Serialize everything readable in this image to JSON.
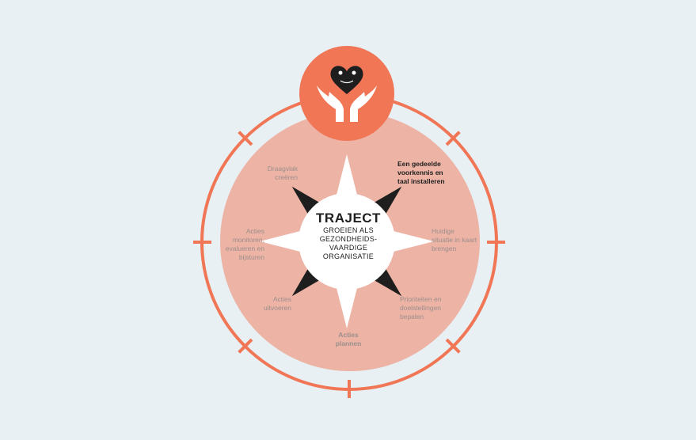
{
  "center": {
    "title": "TRAJECT",
    "subtitle_lines": [
      "GROEIEN ALS",
      "GEZONDHEIDS-",
      "VAARDIGE",
      "ORGANISATIE"
    ]
  },
  "steps": [
    {
      "label": "Een gedeelde voorkennis en taal installeren",
      "highlighted": true
    },
    {
      "label": "Huidige situatie in kaart brengen"
    },
    {
      "label": "Prioriteiten en doelstellingen bepalen"
    },
    {
      "label": "Acties plannen"
    },
    {
      "label": "Acties uitvoeren"
    },
    {
      "label": "Acties monitoren, evalueren en bijsturen"
    },
    {
      "label": "Draagvlak creëren"
    }
  ],
  "icon": "heart-in-hands-icon",
  "colors": {
    "accent": "#f07656",
    "disc": "#edb3a5",
    "dark": "#1e1e1e",
    "background": "#e8f0f4"
  }
}
